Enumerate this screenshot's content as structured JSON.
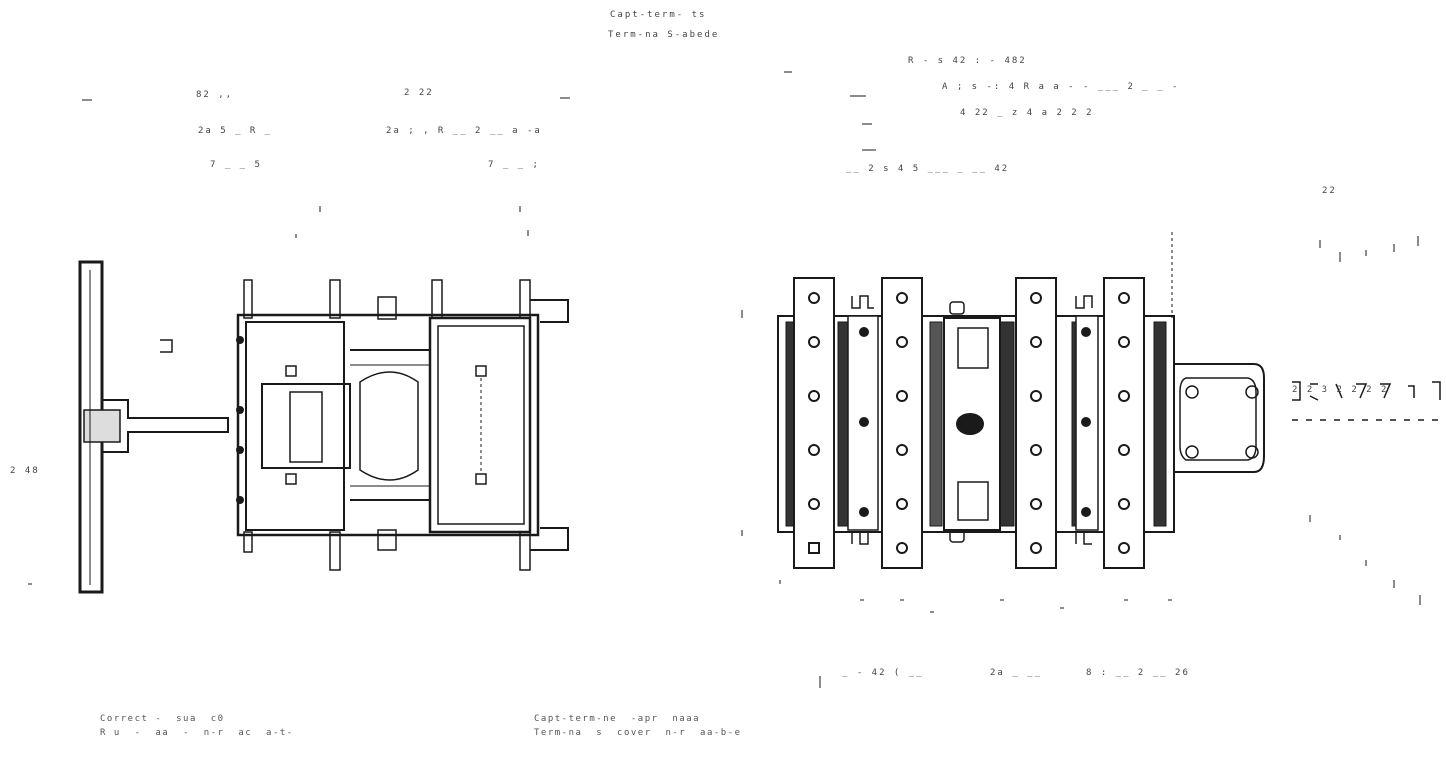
{
  "header": {
    "line1": "Capt-term- ts",
    "line2": "Term-na S-abede"
  },
  "left_labels": {
    "l1": "82 ,,",
    "l2": "2  22",
    "l3": "2a 5 _ R _",
    "l4": "2a ; , R __ 2 __ a -a",
    "l5": "7 _ _ 5",
    "l6": "7 _ _ ;",
    "l7": "2 48"
  },
  "right_labels": {
    "r1": "R - s 42 : -  482",
    "r2": "A ; s -: 4 R a a - -  ___  2 _ _ -",
    "r3": "4  22      _ z 4 a 2 2 2",
    "r4": "__ 2 s 4 5      ___   _  __  42",
    "r5": "2 2 3  2 2 2 2",
    "r6": "22"
  },
  "bottom_labels": {
    "b1": "_ - 42 ( __",
    "b2": "2a _ __",
    "b3": "8  : __ 2 __ 26"
  },
  "notes": {
    "left": "Correct -  sua  c0\nR u  -  aa  -  n-r  ac  a-t-",
    "right": "Capt-term-ne  -apr  naaa\nTerm-na  s  cover  n-r  aa-b-e"
  }
}
